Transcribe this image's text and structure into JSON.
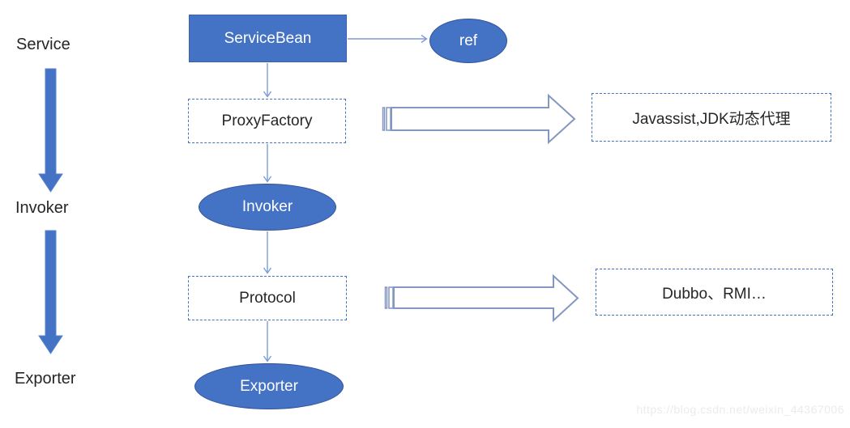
{
  "stages": {
    "service": "Service",
    "invoker": "Invoker",
    "exporter": "Exporter"
  },
  "nodes": {
    "service_bean": "ServiceBean",
    "ref": "ref",
    "proxy_factory": "ProxyFactory",
    "invoker": "Invoker",
    "protocol": "Protocol",
    "exporter": "Exporter",
    "proxy_impl": "Javassist,JDK动态代理",
    "protocol_impl": "Dubbo、RMI…"
  },
  "watermark": "https://blog.csdn.net/weixin_44367006",
  "colors": {
    "node_fill": "#4472c4",
    "node_text": "#ffffff",
    "dashed_border": "#4472c4",
    "thin_connector": "#7c9bd9",
    "block_arrow_outline": "#8497c0",
    "stage_arrow_fill": "#4472c4",
    "label_text": "#262626",
    "watermark_text": "#ebebeb"
  }
}
